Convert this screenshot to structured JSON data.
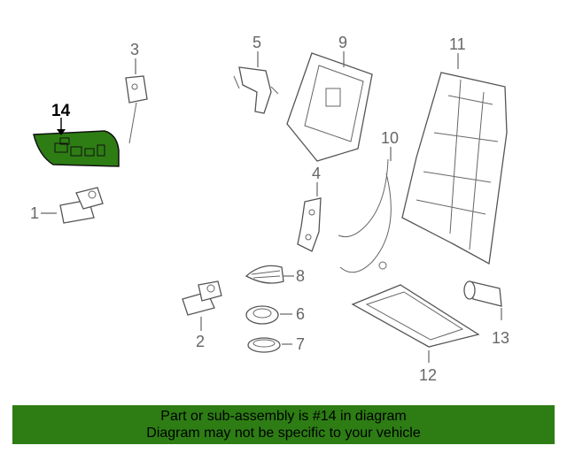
{
  "diagram": {
    "highlight_color": "#2d7d14",
    "callouts": {
      "c1": "1",
      "c2": "2",
      "c3": "3",
      "c4": "4",
      "c5": "5",
      "c6": "6",
      "c7": "7",
      "c8": "8",
      "c9": "9",
      "c10": "10",
      "c11": "11",
      "c12": "12",
      "c13": "13",
      "c14": "14"
    },
    "highlighted_part": "14"
  },
  "banner": {
    "line1": "Part or sub-assembly is #14 in diagram",
    "line2": "Diagram may not be specific to your vehicle",
    "color": "#2d7d14"
  }
}
